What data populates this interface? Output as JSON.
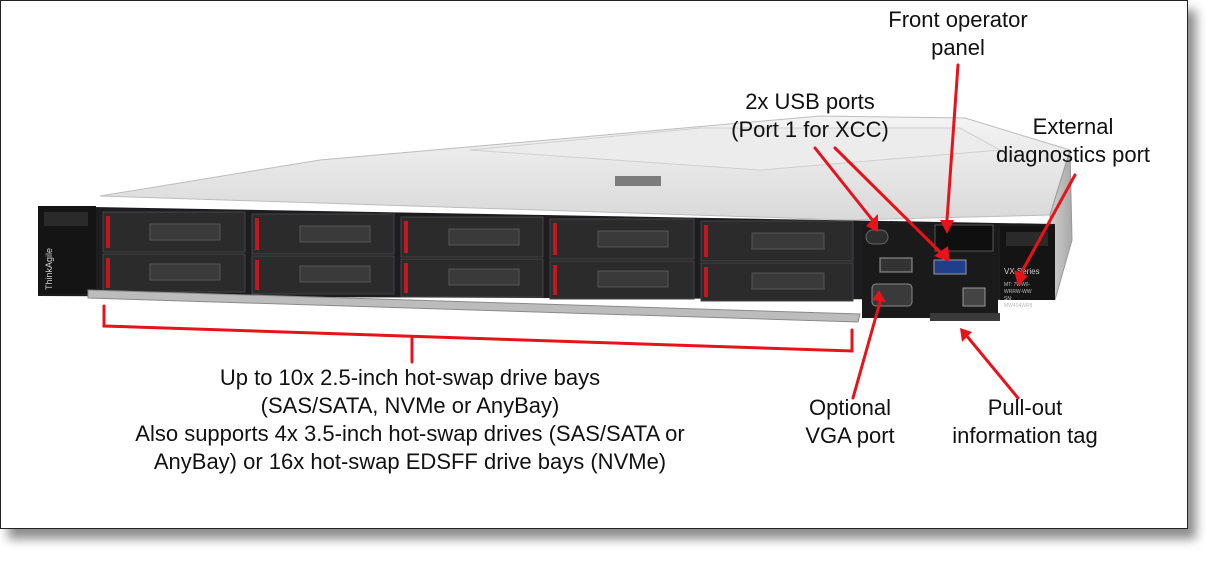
{
  "labels": {
    "front_operator_panel": [
      "Front operator",
      "panel"
    ],
    "usb_ports": [
      "2x USB ports",
      "(Port 1 for XCC)"
    ],
    "external_diagnostics": [
      "External",
      "diagnostics port"
    ],
    "drive_bays": [
      "Up to 10x 2.5-inch hot-swap drive bays",
      "(SAS/SATA, NVMe or AnyBay)",
      "Also supports 4x 3.5-inch hot-swap drives (SAS/SATA or",
      "AnyBay) or 16x hot-swap EDSFF drive bays (NVMe)"
    ],
    "vga_port": [
      "Optional",
      "VGA port"
    ],
    "info_tag": [
      "Pull-out",
      "information tag"
    ]
  },
  "server": {
    "brand": "ThinkAgile",
    "series": "VX Series",
    "tag_text": [
      "MT: 7WW0-",
      "WRRW-WW",
      "SN:",
      "MW404WR8"
    ]
  },
  "colors": {
    "callout": "#e8121a",
    "chassis": "#1d1d1f",
    "accent": "#c0181e"
  }
}
